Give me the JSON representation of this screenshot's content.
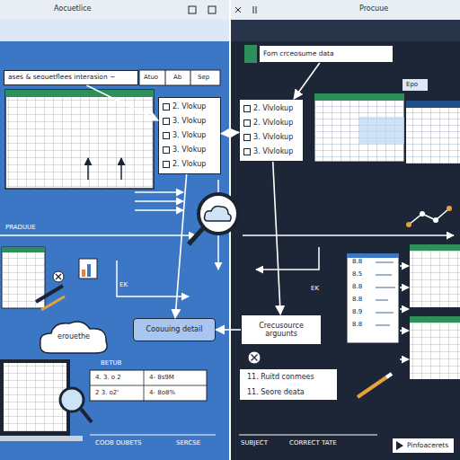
{
  "diagram": {
    "nodes": [
      {
        "text": [
          "ases & seouetflees interasion ~"
        ]
      },
      {
        "text": [
          "Fom crceosume data"
        ]
      },
      {
        "text": [
          "2. Vlokup",
          "3. Vlokup",
          "3. Vlokup",
          "3. Vlokup",
          "2. Vlokup"
        ]
      },
      {
        "text": [
          "2. Vlvlokup",
          "2. Vlvlokup",
          "3. Vlvlokup",
          "3. Vlvlokup"
        ]
      },
      {
        "text": [
          "erouethe"
        ]
      },
      {
        "text": [
          "Coouuing detail"
        ]
      },
      {
        "text": [
          "Crecusource arguunts"
        ]
      },
      {
        "text": [
          "11. Ruitd conmees",
          "11. Seore deata"
        ]
      },
      {
        "text": [
          "Pinfoacerets"
        ]
      }
    ],
    "edges": [
      {
        "from": 0,
        "to": 2,
        "arrow": "to"
      },
      {
        "from": 2,
        "to": 3,
        "arrow": "both"
      },
      {
        "from": 1,
        "to": 3,
        "arrow": "to"
      },
      {
        "from": 2,
        "to": 5,
        "arrow": "to"
      },
      {
        "from": 6,
        "to": 5,
        "arrow": "to"
      },
      {
        "from": 3,
        "to": 6,
        "arrow": "to"
      }
    ],
    "labels": [
      "Aocuetlice",
      "Procuue",
      "Atuo",
      "Ab",
      "Sep",
      "Epo",
      "PRADUUE",
      "EK",
      "EK",
      "BETUB",
      "4. 3. o 2",
      "4- 8s9M",
      "2 3. o2'",
      "4- 8o8%",
      "COOB DUBETS",
      "SERCSE",
      "SUBJECT",
      "CORRECT TATE",
      "8.8",
      "8.5",
      "8.8",
      "8.8",
      "8.9",
      "8.8"
    ]
  }
}
